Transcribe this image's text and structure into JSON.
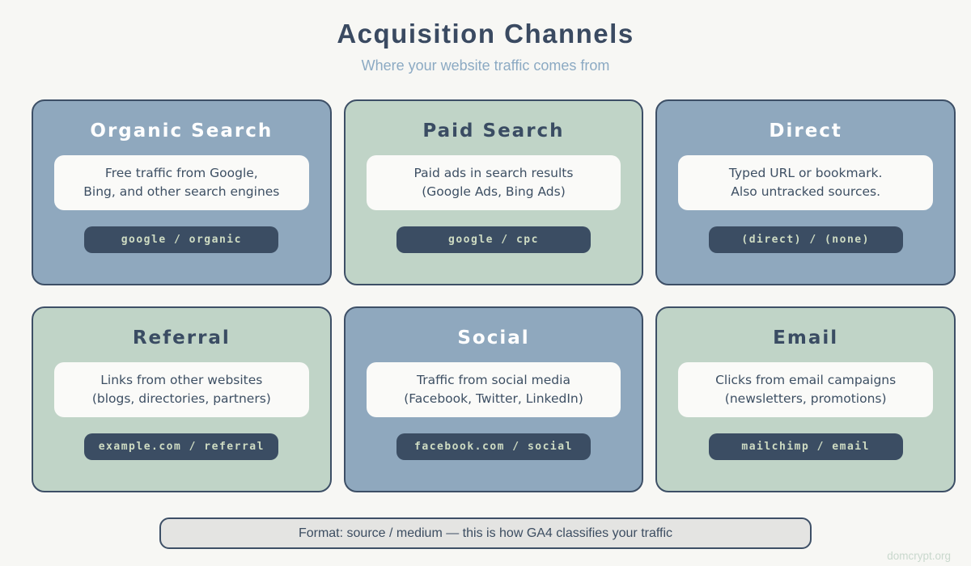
{
  "page": {
    "title": "Acquisition Channels",
    "subtitle": "Where your website traffic comes from",
    "footer_note": "Format: source / medium — this is how GA4 classifies your traffic",
    "watermark": "domcrypt.org"
  },
  "colors": {
    "background": "#f7f7f4",
    "title_text": "#3a4a61",
    "subtitle_text": "#8caac3",
    "card_blue": "#8fa8be",
    "card_green": "#c0d4c7",
    "card_border": "#3d4f66",
    "description_box": "#fafaf8",
    "description_text": "#3d4f63",
    "badge_background": "#3b4d63",
    "badge_text": "#cfdcc3",
    "footer_background": "#e4e4e2",
    "watermark_text": "#c9d8cd"
  },
  "cards": [
    {
      "title": "Organic Search",
      "variant": "blue",
      "description_line1": "Free traffic from Google,",
      "description_line2": "Bing, and other search engines",
      "badge": "google / organic"
    },
    {
      "title": "Paid Search",
      "variant": "green",
      "description_line1": "Paid ads in search results",
      "description_line2": "(Google Ads, Bing Ads)",
      "badge": "google / cpc"
    },
    {
      "title": "Direct",
      "variant": "blue",
      "description_line1": "Typed URL or bookmark.",
      "description_line2": "Also untracked sources.",
      "badge": "(direct) / (none)"
    },
    {
      "title": "Referral",
      "variant": "green",
      "description_line1": "Links from other websites",
      "description_line2": "(blogs, directories, partners)",
      "badge": "example.com / referral"
    },
    {
      "title": "Social",
      "variant": "blue",
      "description_line1": "Traffic from social media",
      "description_line2": "(Facebook, Twitter, LinkedIn)",
      "badge": "facebook.com / social"
    },
    {
      "title": "Email",
      "variant": "green",
      "description_line1": "Clicks from email campaigns",
      "description_line2": "(newsletters, promotions)",
      "badge": "mailchimp / email"
    }
  ]
}
